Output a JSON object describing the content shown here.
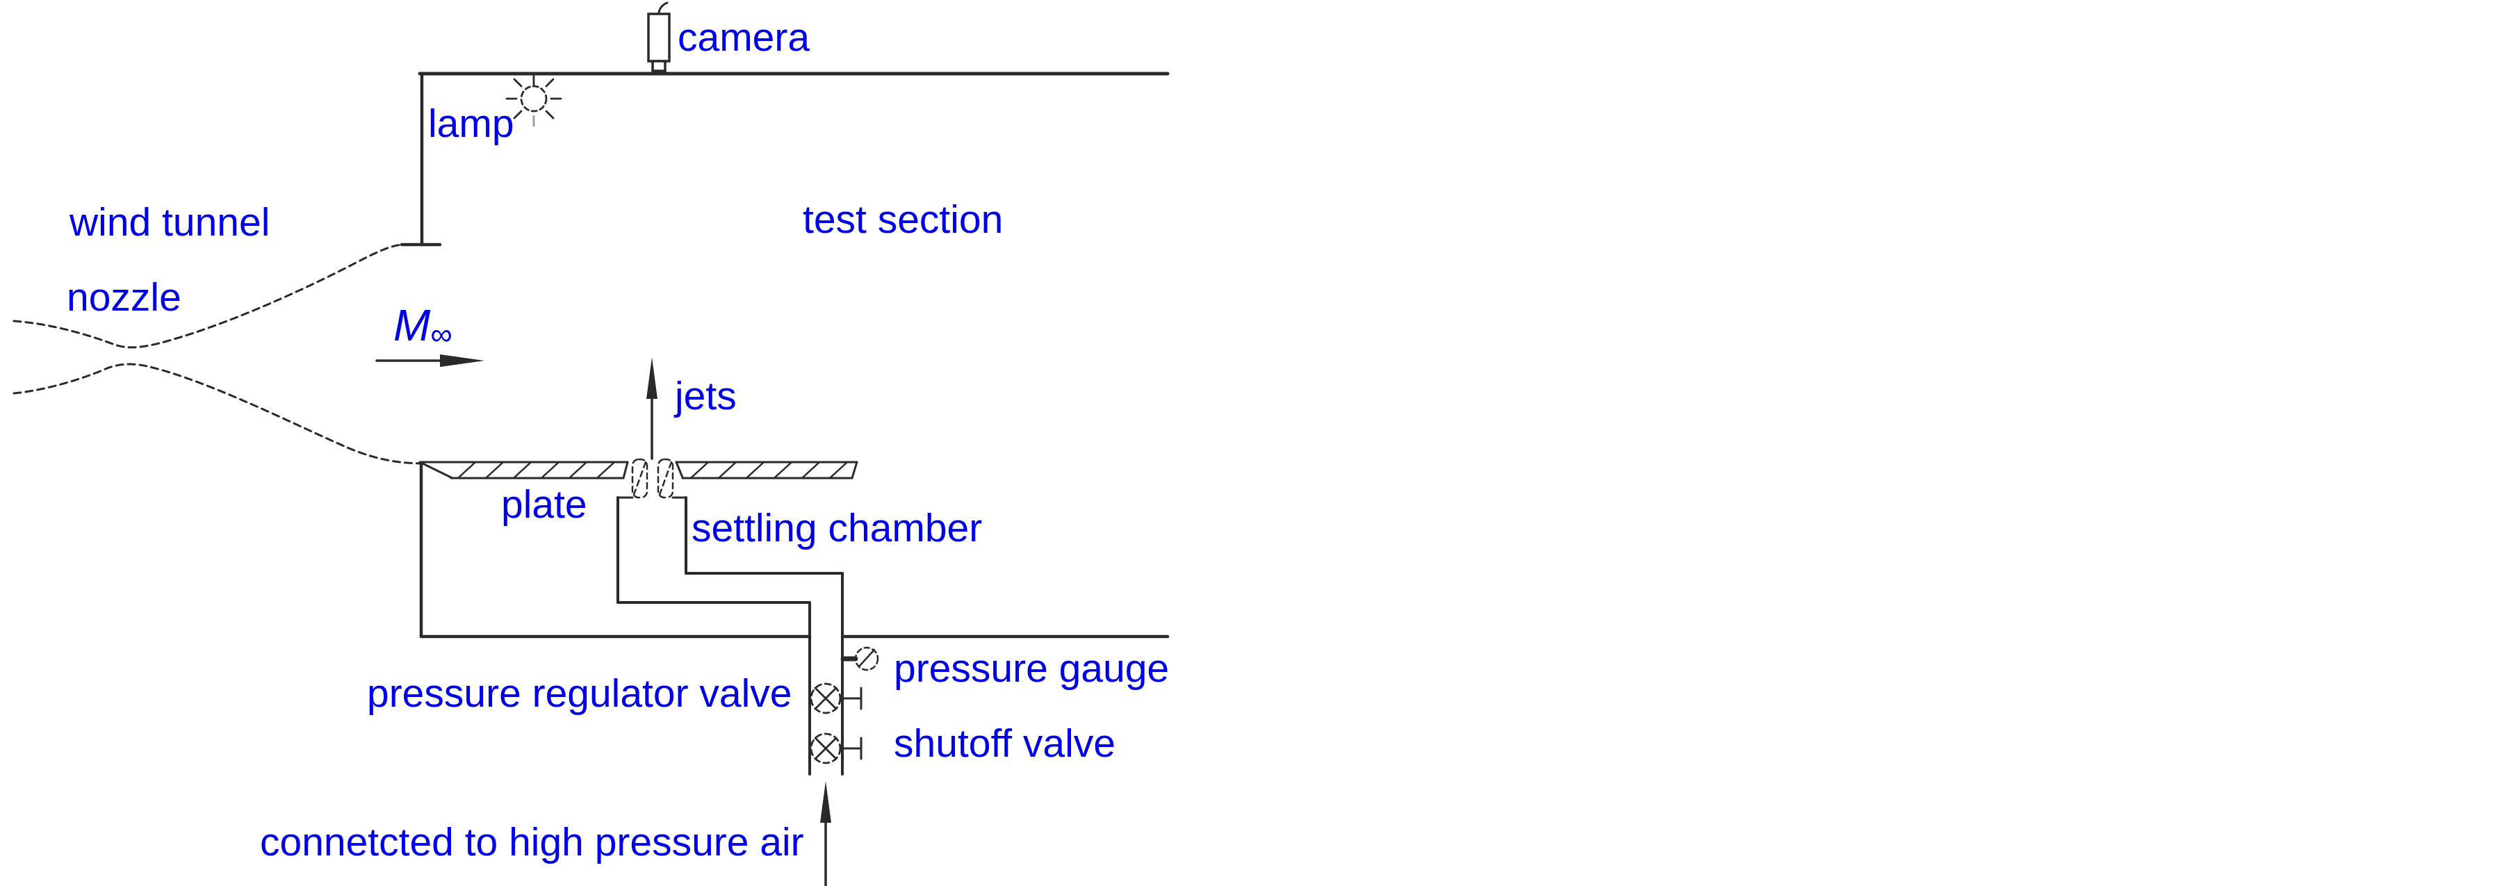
{
  "diagram": {
    "type": "wind-tunnel-jet-experiment-schematic",
    "colors": {
      "label_text": "#0000e6",
      "line": "#2a2a2a",
      "background": "#ffffff"
    },
    "labels": {
      "camera": "camera",
      "lamp": "lamp",
      "wind_tunnel_line1": "wind tunnel",
      "wind_tunnel_line2": "nozzle",
      "test_section": "test section",
      "mach": "M",
      "mach_infinity": "∞",
      "jets": "jets",
      "plate": "plate",
      "settling_chamber": "settling chamber",
      "pressure_regulator_valve": "pressure regulator valve",
      "pressure_gauge": "pressure gauge",
      "shutoff_valve": "shutoff valve",
      "air_supply": "connetcted to high pressure air"
    },
    "icons": [
      "camera-icon",
      "lamp-icon",
      "flow-arrow-icon",
      "jets-arrow-icon",
      "air-supply-arrow-icon",
      "pressure-gauge-icon",
      "regulator-valve-icon",
      "shutoff-valve-icon"
    ]
  }
}
